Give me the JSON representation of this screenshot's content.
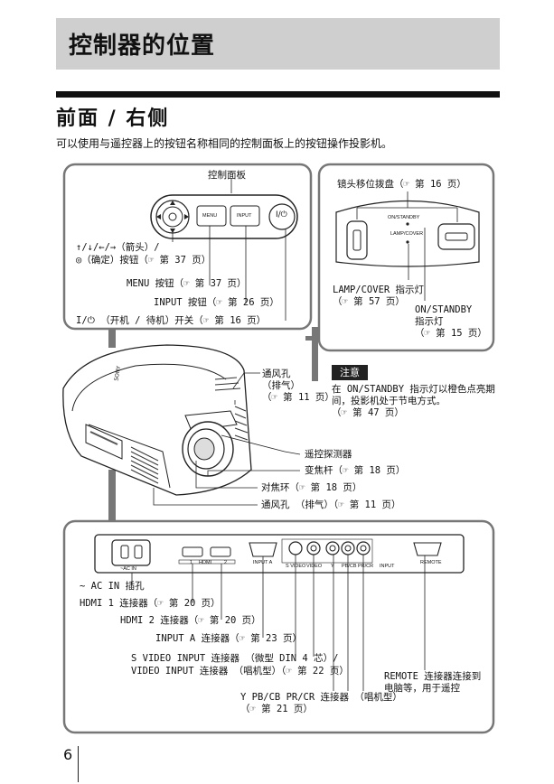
{
  "header": {
    "title": "控制器的位置"
  },
  "section": {
    "title": "前面 / 右侧"
  },
  "intro": "可以使用与遥控器上的按钮名称相同的控制面板上的按钮操作投影机。",
  "control_panel": {
    "title": "控制面板",
    "menu_label": "MENU",
    "input_label": "INPUT",
    "power_label": "I/⏻",
    "arrows": "↑/↓/←/→（箭头）/",
    "enter": "◎（确定）按钮（☞ 第 37 页）",
    "menu": "MENU 按钮（☞ 第 37 页）",
    "input": "INPUT 按钮（☞ 第 26 页）",
    "power": "I/⏻ （开机 / 待机）开关（☞ 第 16 页）"
  },
  "lens_panel": {
    "title": "镜头移位拨盘（☞ 第 16 页）",
    "on_standby_small": "ON/STANDBY",
    "lamp_cover_small": "LAMP/COVER",
    "lamp_line1": "LAMP/COVER 指示灯",
    "lamp_line2": "（☞ 第 57 页）",
    "on_line1": "ON/STANDBY",
    "on_line2": "指示灯",
    "on_line3": "（☞ 第 15 页）"
  },
  "front": {
    "vent1_l1": "通风孔",
    "vent1_l2": "（排气）",
    "vent1_l3": "（☞ 第 11 页）",
    "notice_title": "注意",
    "notice_l1": "在 ON/STANDBY 指示灯以橙色点亮期",
    "notice_l2": "间，投影机处于节电方式。",
    "notice_l3": "（☞ 第 47 页）",
    "remote_sensor": "遥控探测器",
    "zoom": "变焦杆（☞ 第 18 页）",
    "focus": "对焦环（☞ 第 18 页）",
    "vent2": "通风孔 （排气）（☞ 第 11 页）",
    "brand": "SONY"
  },
  "rear": {
    "ac_label": "~AC IN",
    "hdmi_small": "HDMI",
    "hdmi1_small": "1",
    "hdmi2_small": "2",
    "inputa_small": "INPUT A",
    "svideo_small": "S VIDEO",
    "video_small": "VIDEO",
    "y_small": "Y",
    "pb_small": "PB/CB",
    "pr_small": "PR/CR",
    "input_small": "INPUT",
    "remote_small": "REMOTE",
    "ac": "∼ AC IN 插孔",
    "hdmi1": "HDMI 1 连接器（☞ 第 20 页）",
    "hdmi2": "HDMI 2 连接器（☞ 第 20 页）",
    "inputa": "INPUT A 连接器（☞ 第 23 页）",
    "svideo_l1": "S VIDEO INPUT 连接器 （微型 DIN 4 芯）/",
    "svideo_l2": "VIDEO INPUT 连接器 （唱机型）（☞ 第 22 页）",
    "remote_l1": "REMOTE 连接器连接到",
    "remote_l2": "电脑等，用于遥控",
    "ypbpr_l1": "Y PB/CB PR/CR 连接器 （唱机型）",
    "ypbpr_l2": "（☞ 第 21 页）"
  },
  "footer": {
    "page_number": "6"
  }
}
